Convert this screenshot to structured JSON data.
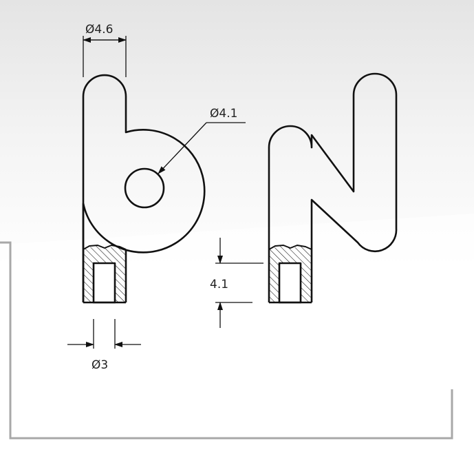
{
  "drawing": {
    "dimensions": {
      "top_diameter": "Ø4.6",
      "hole_diameter": "Ø4.1",
      "bottom_diameter": "Ø3",
      "height": "4.1"
    },
    "colors": {
      "line": "#111111",
      "frame": "#a8a8a8",
      "background": "#ffffff"
    }
  }
}
